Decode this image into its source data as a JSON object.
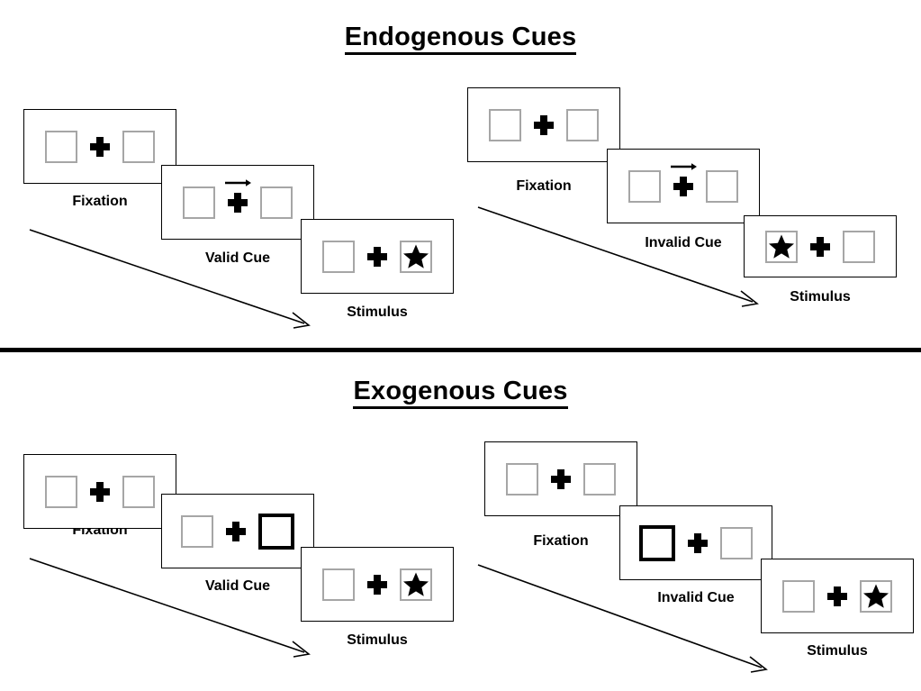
{
  "figure": {
    "title_endogenous": "Endogenous Cues",
    "title_exogenous": "Exogenous Cues"
  },
  "labels": {
    "fixation": "Fixation",
    "valid_cue": "Valid Cue",
    "invalid_cue": "Invalid Cue",
    "stimulus": "Stimulus"
  },
  "colors": {
    "background": "#ffffff",
    "ink": "#000000",
    "placeholder_box_border": "#a6a6a6",
    "cue_box_border": "#000000",
    "panel_border": "#000000"
  },
  "icons": {
    "fixation_cross": "plus-icon",
    "arrow_cue": "arrow-right-icon",
    "target": "star-icon",
    "flow": "diagonal-arrow-icon"
  },
  "sections": [
    {
      "id": "endogenous",
      "title": "Endogenous Cues",
      "cue_type": "arrow",
      "sequences": [
        {
          "id": "endogenous-valid",
          "condition": "Valid Cue",
          "frames": [
            {
              "name": "fixation",
              "caption": "Fixation",
              "left_box": "empty",
              "right_box": "empty",
              "arrow_cue": "none"
            },
            {
              "name": "cue",
              "caption": "Valid Cue",
              "left_box": "empty",
              "right_box": "empty",
              "arrow_cue": "right"
            },
            {
              "name": "stimulus",
              "caption": "Stimulus",
              "left_box": "empty",
              "right_box": "star",
              "arrow_cue": "none"
            }
          ]
        },
        {
          "id": "endogenous-invalid",
          "condition": "Invalid Cue",
          "frames": [
            {
              "name": "fixation",
              "caption": "Fixation",
              "left_box": "empty",
              "right_box": "empty",
              "arrow_cue": "none"
            },
            {
              "name": "cue",
              "caption": "Invalid Cue",
              "left_box": "empty",
              "right_box": "empty",
              "arrow_cue": "right"
            },
            {
              "name": "stimulus",
              "caption": "Stimulus",
              "left_box": "star",
              "right_box": "empty",
              "arrow_cue": "none"
            }
          ]
        }
      ]
    },
    {
      "id": "exogenous",
      "title": "Exogenous Cues",
      "cue_type": "box-flash",
      "sequences": [
        {
          "id": "exogenous-valid",
          "condition": "Valid Cue",
          "frames": [
            {
              "name": "fixation",
              "caption": "Fixation",
              "left_box": "empty",
              "right_box": "empty",
              "arrow_cue": "none"
            },
            {
              "name": "cue",
              "caption": "Valid Cue",
              "left_box": "empty",
              "right_box": "cue",
              "arrow_cue": "none"
            },
            {
              "name": "stimulus",
              "caption": "Stimulus",
              "left_box": "empty",
              "right_box": "star",
              "arrow_cue": "none"
            }
          ]
        },
        {
          "id": "exogenous-invalid",
          "condition": "Invalid Cue",
          "frames": [
            {
              "name": "fixation",
              "caption": "Fixation",
              "left_box": "empty",
              "right_box": "empty",
              "arrow_cue": "none"
            },
            {
              "name": "cue",
              "caption": "Invalid Cue",
              "left_box": "cue",
              "right_box": "empty",
              "arrow_cue": "none"
            },
            {
              "name": "stimulus",
              "caption": "Stimulus",
              "left_box": "empty",
              "right_box": "star",
              "arrow_cue": "none"
            }
          ]
        }
      ]
    }
  ]
}
